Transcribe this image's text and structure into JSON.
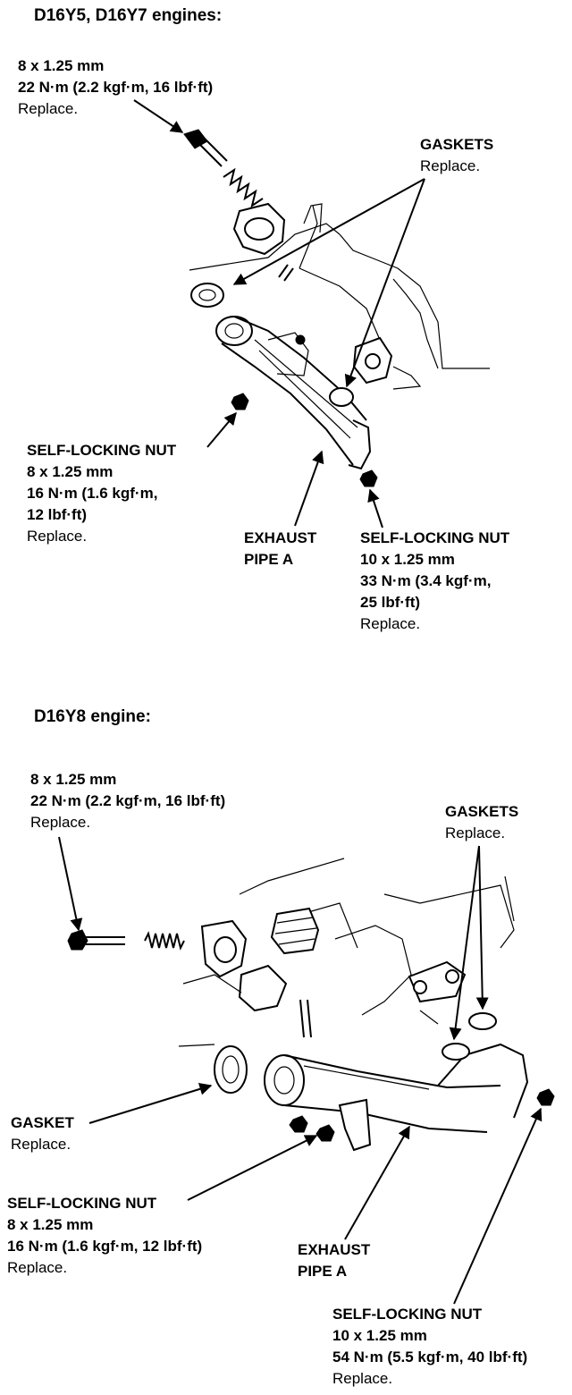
{
  "top": {
    "heading": "D16Y5, D16Y7 engines:",
    "bolt": {
      "size": "8 x 1.25 mm",
      "torque": "22 N·m (2.2 kgf·m, 16 lbf·ft)",
      "note": "Replace."
    },
    "gaskets": {
      "title": "GASKETS",
      "note": "Replace."
    },
    "left_nut": {
      "title": "SELF-LOCKING NUT",
      "size": "8 x 1.25 mm",
      "torque_1": "16 N·m (1.6 kgf·m,",
      "torque_2": "12 lbf·ft)",
      "note": "Replace."
    },
    "exhaust": {
      "line1": "EXHAUST",
      "line2": "PIPE A"
    },
    "right_nut": {
      "title": "SELF-LOCKING NUT",
      "size": "10 x 1.25 mm",
      "torque_1": "33 N·m (3.4 kgf·m,",
      "torque_2": "25 lbf·ft)",
      "note": "Replace."
    }
  },
  "bottom": {
    "heading": "D16Y8 engine:",
    "bolt": {
      "size": "8 x 1.25 mm",
      "torque": "22 N·m (2.2 kgf·m, 16 lbf·ft)",
      "note": "Replace."
    },
    "gaskets": {
      "title": "GASKETS",
      "note": "Replace."
    },
    "gasket": {
      "title": "GASKET",
      "note": "Replace."
    },
    "left_nut": {
      "title": "SELF-LOCKING NUT",
      "size": "8 x 1.25 mm",
      "torque": "16 N·m (1.6 kgf·m, 12 lbf·ft)",
      "note": "Replace."
    },
    "exhaust": {
      "line1": "EXHAUST",
      "line2": "PIPE A"
    },
    "right_nut": {
      "title": "SELF-LOCKING NUT",
      "size": "10 x 1.25 mm",
      "torque": "54 N·m (5.5 kgf·m, 40 lbf·ft)",
      "note": "Replace."
    }
  }
}
